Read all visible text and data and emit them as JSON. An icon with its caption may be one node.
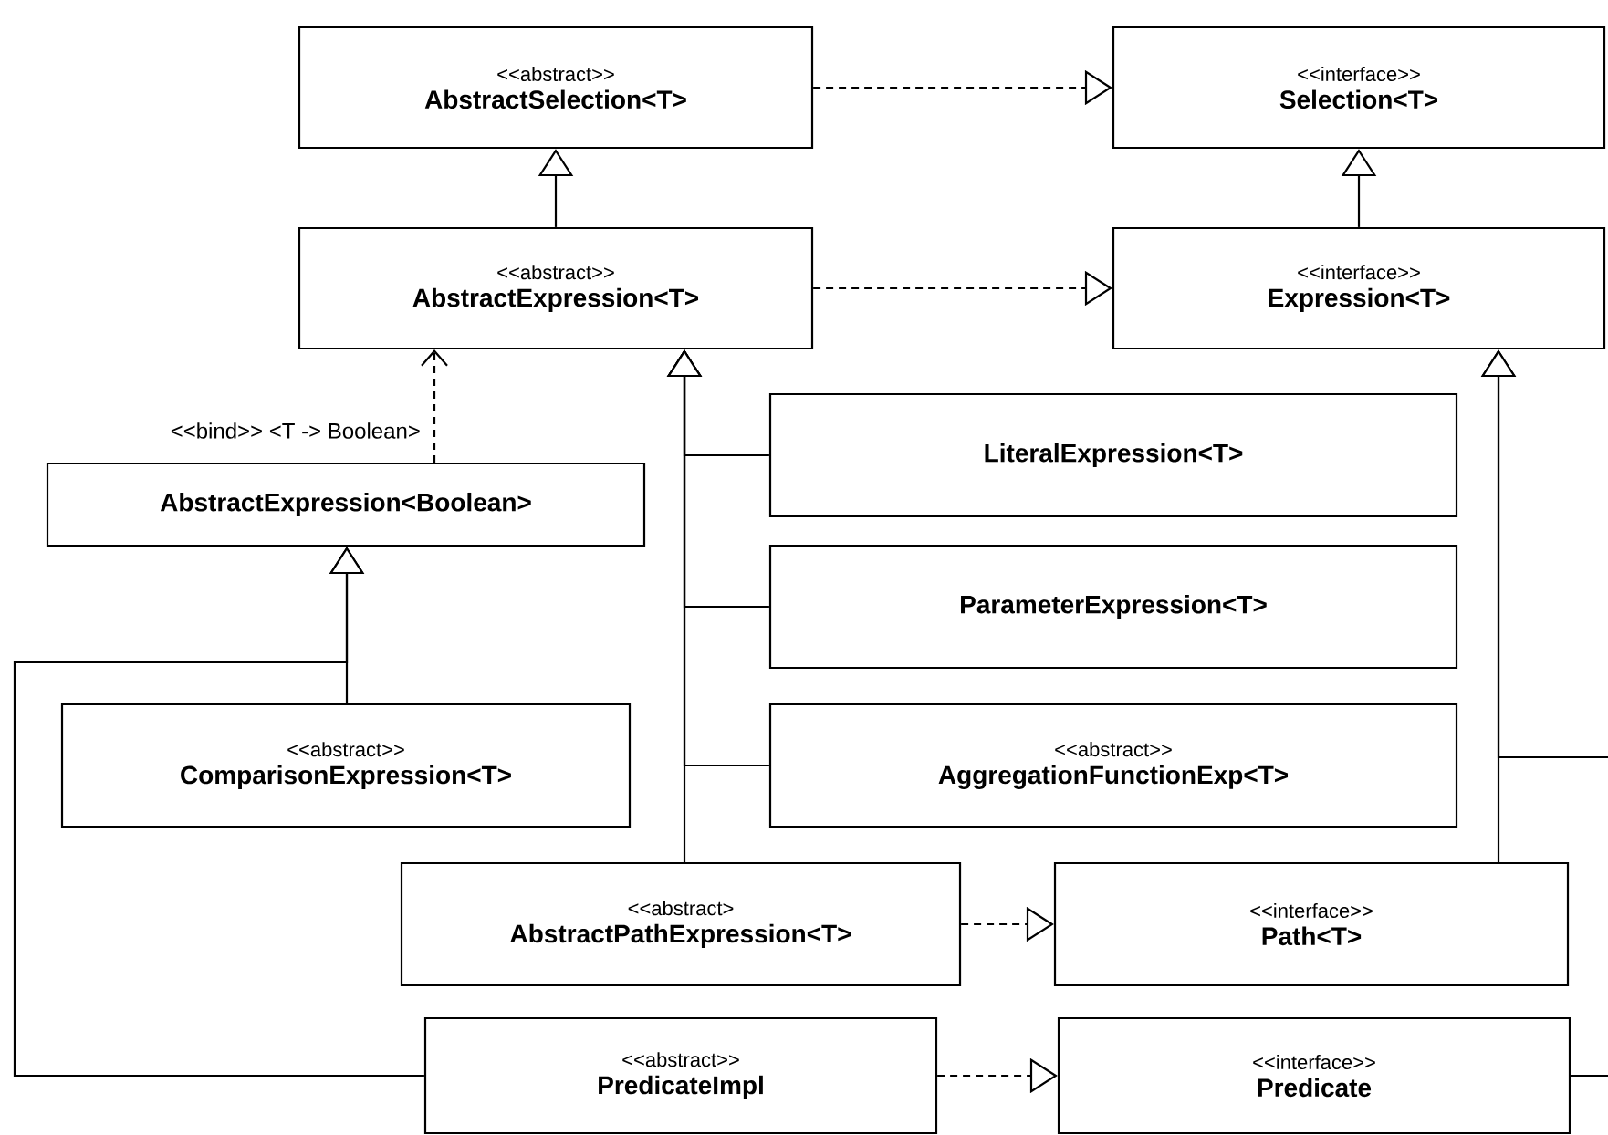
{
  "diagram": {
    "nodes": [
      {
        "text": [
          "<<abstract>>",
          "AbstractSelection<T>"
        ]
      },
      {
        "text": [
          "<<interface>>",
          "Selection<T>"
        ]
      },
      {
        "text": [
          "<<abstract>>",
          "AbstractExpression<T>"
        ]
      },
      {
        "text": [
          "<<interface>>",
          "Expression<T>"
        ]
      },
      {
        "text": [
          "AbstractExpression<Boolean>"
        ]
      },
      {
        "text": [
          "LiteralExpression<T>"
        ]
      },
      {
        "text": [
          "ParameterExpression<T>"
        ]
      },
      {
        "text": [
          "<<abstract>>",
          "AggregationFunctionExp<T>"
        ]
      },
      {
        "text": [
          "<<abstract>>",
          "ComparisonExpression<T>"
        ]
      },
      {
        "text": [
          "<<abstract>",
          "AbstractPathExpression<T>"
        ]
      },
      {
        "text": [
          "<<interface>>",
          "Path<T>"
        ]
      },
      {
        "text": [
          "<<abstract>>",
          "PredicateImpl"
        ]
      },
      {
        "text": [
          "<<interface>>",
          "Predicate"
        ]
      }
    ],
    "edges": [
      {
        "from": 0,
        "to": 1,
        "arrow": "to",
        "style": "dashed"
      },
      {
        "from": 2,
        "to": 0,
        "arrow": "to"
      },
      {
        "from": 2,
        "to": 3,
        "arrow": "to",
        "style": "dashed"
      },
      {
        "from": 3,
        "to": 1,
        "arrow": "to"
      },
      {
        "from": 4,
        "to": 2,
        "arrow": "to",
        "style": "dashed",
        "label": "<<bind>> <T -> Boolean>"
      },
      {
        "from": 8,
        "to": 4,
        "arrow": "to"
      },
      {
        "from": 11,
        "to": 4,
        "arrow": "to"
      },
      {
        "from": 5,
        "to": 2,
        "arrow": "to"
      },
      {
        "from": 6,
        "to": 2,
        "arrow": "to"
      },
      {
        "from": 7,
        "to": 2,
        "arrow": "to"
      },
      {
        "from": 9,
        "to": 2,
        "arrow": "to"
      },
      {
        "from": 9,
        "to": 10,
        "arrow": "to",
        "style": "dashed"
      },
      {
        "from": 11,
        "to": 12,
        "arrow": "to",
        "style": "dashed"
      },
      {
        "from": 10,
        "to": 3,
        "arrow": "to"
      },
      {
        "from": null,
        "to": 3,
        "arrow": "to"
      },
      {
        "from": 12,
        "to": null,
        "arrow": "none"
      }
    ]
  }
}
